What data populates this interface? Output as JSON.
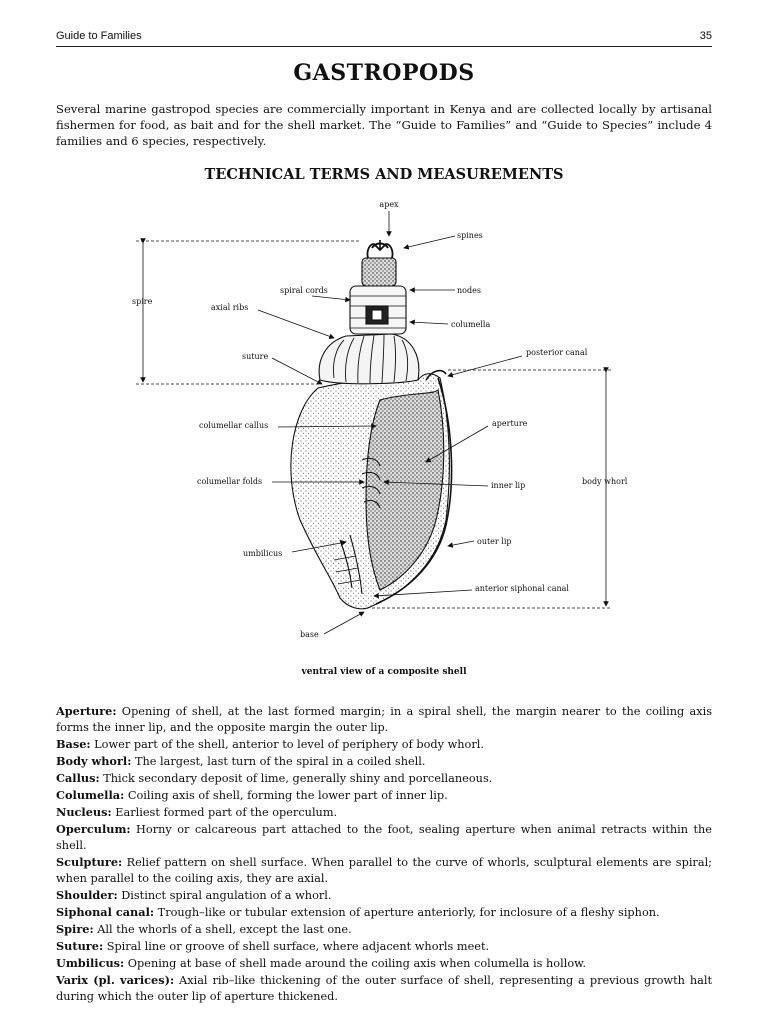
{
  "header": {
    "left": "Guide to Families",
    "page_number": "35"
  },
  "title": "GASTROPODS",
  "intro": "Several marine gastropod species are commercially important in Kenya and are collected locally by artisanal fishermen for food, as bait and for the shell market. The “Guide to Families” and “Guide to Species” include 4 families and 6 species, respectively.",
  "section_title": "TECHNICAL TERMS AND MEASUREMENTS",
  "figure": {
    "caption": "ventral view of a composite shell",
    "labels": {
      "apex": "apex",
      "spines": "spines",
      "spire": "spire",
      "spiral_cords": "spiral cords",
      "nodes": "nodes",
      "axial_ribs": "axial ribs",
      "columella": "columella",
      "posterior_canal": "posterior canal",
      "suture": "suture",
      "columellar_callus": "columellar callus",
      "aperture": "aperture",
      "columellar_folds": "columellar folds",
      "inner_lip": "inner lip",
      "body_whorl": "body whorl",
      "umbilicus": "umbilicus",
      "outer_lip": "outer lip",
      "anterior_siphonal_canal": "anterior siphonal canal",
      "base": "base"
    }
  },
  "terms": [
    {
      "term": "Aperture:",
      "definition": " Opening of shell, at the last formed margin; in a spiral shell, the margin nearer to the coiling axis forms the inner lip, and the opposite margin the outer lip."
    },
    {
      "term": "Base:",
      "definition": " Lower part of the shell, anterior to level of periphery of body whorl."
    },
    {
      "term": "Body whorl:",
      "definition": " The largest, last turn of the spiral in a coiled shell."
    },
    {
      "term": "Callus:",
      "definition": " Thick secondary deposit of lime, generally shiny and porcellaneous."
    },
    {
      "term": "Columella:",
      "definition": " Coiling axis of shell, forming the lower part of inner lip."
    },
    {
      "term": "Nucleus:",
      "definition": " Earliest formed part of the operculum."
    },
    {
      "term": "Operculum:",
      "definition": " Horny or calcareous part attached to the foot, sealing aperture when animal retracts within the shell."
    },
    {
      "term": "Sculpture:",
      "definition": " Relief pattern on shell surface. When parallel to the curve of whorls, sculptural elements are spiral; when parallel to the coiling axis, they are axial."
    },
    {
      "term": "Shoulder:",
      "definition": " Distinct spiral angulation of a whorl."
    },
    {
      "term": "Siphonal canal:",
      "definition": " Trough–like or tubular extension of aperture anteriorly, for inclosure of a fleshy siphon."
    },
    {
      "term": "Spire:",
      "definition": " All the whorls of a shell, except the last one."
    },
    {
      "term": "Suture:",
      "definition": " Spiral line or groove of shell surface, where adjacent whorls meet."
    },
    {
      "term": "Umbilicus:",
      "definition": " Opening at base of shell made around the coiling axis when columella is hollow."
    },
    {
      "term": "Varix (pl. varices):",
      "definition": " Axial rib–like thickening of the outer surface of shell, representing a previous growth halt during which the outer lip of aperture thickened."
    }
  ]
}
